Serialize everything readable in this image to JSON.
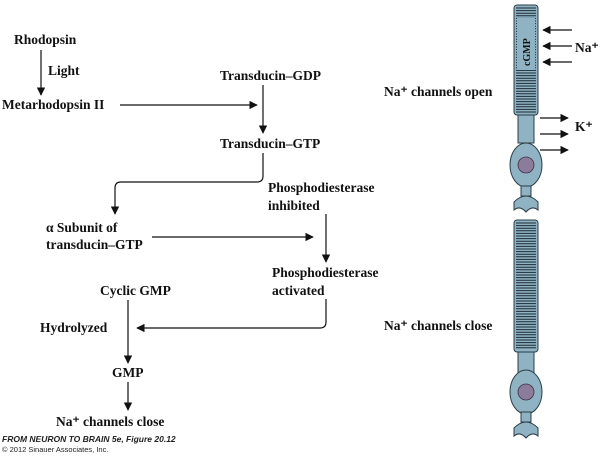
{
  "pathway": {
    "rhodopsin": "Rhodopsin",
    "light": "Light",
    "metarhodopsin": "Metarhodopsin II",
    "transducin_gdp": "Transducin–GDP",
    "transducin_gtp": "Transducin–GTP",
    "alpha_line1": "α Subunit of",
    "alpha_line2": "transducin–GTP",
    "pde_inhibited_line1": "Phosphodiesterase",
    "pde_inhibited_line2": "inhibited",
    "pde_activated_line1": "Phosphodiesterase",
    "pde_activated_line2": "activated",
    "cyclic_gmp": "Cyclic GMP",
    "hydrolyzed": "Hydrolyzed",
    "gmp": "GMP",
    "channels_close": "Na⁺ channels close"
  },
  "rods": {
    "top_state": "Na⁺ channels open",
    "bottom_state": "Na⁺ channels close",
    "cgmp": "cGMP",
    "na_ion": "Na⁺",
    "k_ion": "K⁺",
    "body_color": "#8fb3c2",
    "nucleus_color": "#8a7c9a"
  },
  "credit": {
    "line1": "FROM NEURON TO BRAIN 5e, Figure 20.12",
    "line2": "© 2012 Sinauer Associates, Inc."
  }
}
